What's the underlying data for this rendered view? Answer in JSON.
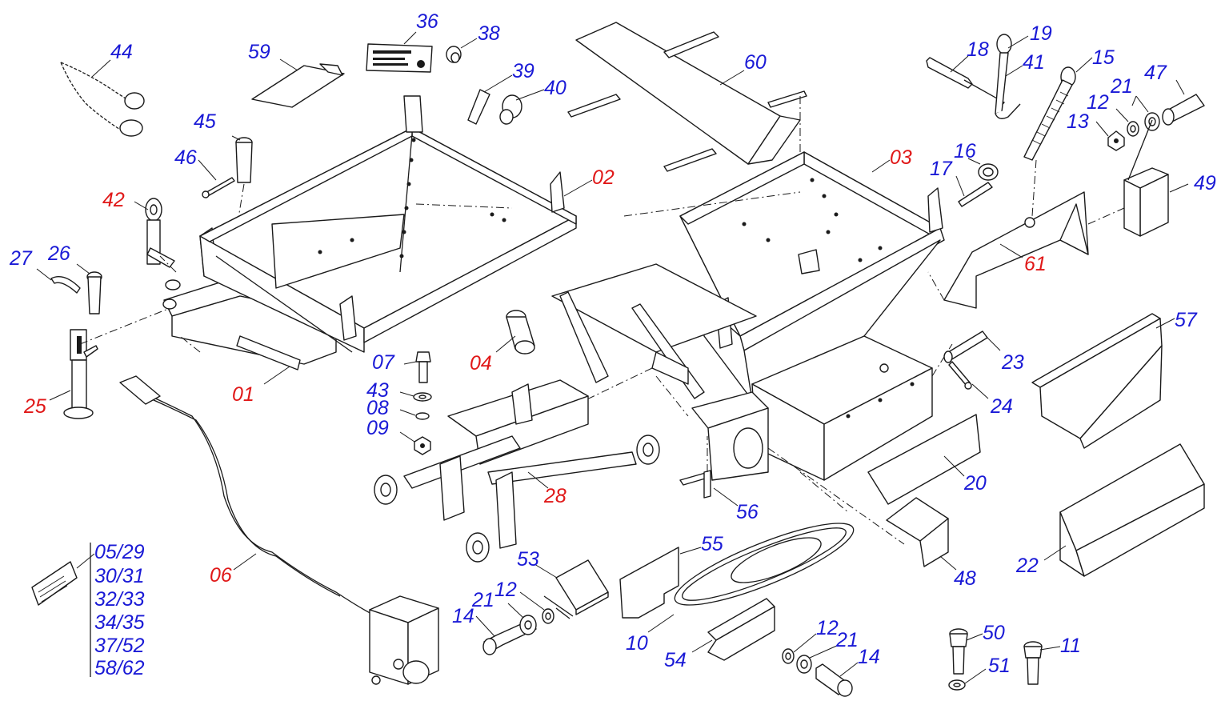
{
  "callouts": {
    "c44": "44",
    "c36": "36",
    "c38": "38",
    "c59": "59",
    "c39": "39",
    "c40": "40",
    "c60": "60",
    "c18": "18",
    "c19": "19",
    "c41": "41",
    "c15": "15",
    "c47": "47",
    "c21a": "21",
    "c12a": "12",
    "c13": "13",
    "c45": "45",
    "c46": "46",
    "c02": "02",
    "c03": "03",
    "c16": "16",
    "c17": "17",
    "c49": "49",
    "c42": "42",
    "c27": "27",
    "c26": "26",
    "c61": "61",
    "c57": "57",
    "c04": "04",
    "c23": "23",
    "c07": "07",
    "c43": "43",
    "c08": "08",
    "c09": "09",
    "c25": "25",
    "c01": "01",
    "c24": "24",
    "c20": "20",
    "c28": "28",
    "c56": "56",
    "c06": "06",
    "c53": "53",
    "c55": "55",
    "c48": "48",
    "c22": "22",
    "c12b": "12",
    "c21b": "21",
    "c14a": "14",
    "c10": "10",
    "c54": "54",
    "c12c": "12",
    "c21c": "21",
    "c14b": "14",
    "c50": "50",
    "c51": "51",
    "c11": "11"
  },
  "decal_sets": [
    "05/29",
    "30/31",
    "32/33",
    "34/35",
    "37/52",
    "58/62"
  ],
  "colors": {
    "callout_blue": "#1a1ad6",
    "callout_red": "#e01818",
    "linework": "#1a1a1a"
  }
}
